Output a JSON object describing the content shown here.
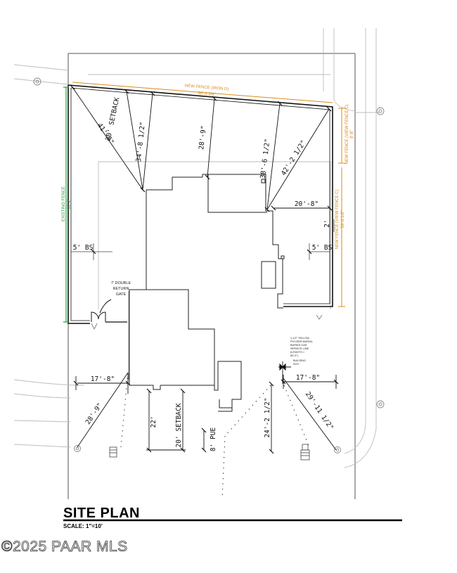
{
  "plan": {
    "title": "SITE PLAN",
    "scale": "SCALE:  1\"=10'",
    "watermark": "©2025 PAAR MLS"
  },
  "fences": {
    "north_label": "NEW FENCE (IRON D)",
    "north_length": "90'-3 3/4\"",
    "east_upper_label": "NEW FENCE (VIEW FENCE C)",
    "east_upper_length": "9'-8\"",
    "east_lower_label": "NEW FENCE (VIEW FENCE C)",
    "east_lower_length": "53'-3 1/2\"",
    "west_label": "EXISTING FENCE",
    "west_length": "83'-2\"",
    "east_short_dim": "2'"
  },
  "dimensions": {
    "setback_rear": "20' SETBACK",
    "d1": "41'-6\"",
    "d2": "34'-8 1/2\"",
    "d3": "28'-9\"",
    "d4": "38'-6 1/2\"",
    "d5": "42'-2 1/2\"",
    "d6": "20'-8\"",
    "bs_left": "5' BS",
    "bs_right": "5' BS",
    "front_left": "17'-8\"",
    "front_right": "17'-8\"",
    "diag_left": "28'-9\"",
    "diag_right": "29'-11 1/2\"",
    "front_depth": "22'",
    "setback_front": "20' SETBACK",
    "pue": "8' PUE",
    "front_right_depth": "24'-2 1/2\""
  },
  "notes": {
    "gate": [
      "7' DOUBLE",
      "RETURN",
      "GATE"
    ],
    "building": [
      "BUILDING",
      "SOV"
    ],
    "utility": [
      "1-1/2\" YELLOW",
      "PVC/SDR-BURIAL",
      "BURIED GAS",
      "SERVICE LINE",
      "(LENGTH =",
      "83'-0\")"
    ]
  },
  "colors": {
    "orange_fence": "#d98a1a",
    "green_fence": "#2e9a3e",
    "linework": "#111111"
  }
}
